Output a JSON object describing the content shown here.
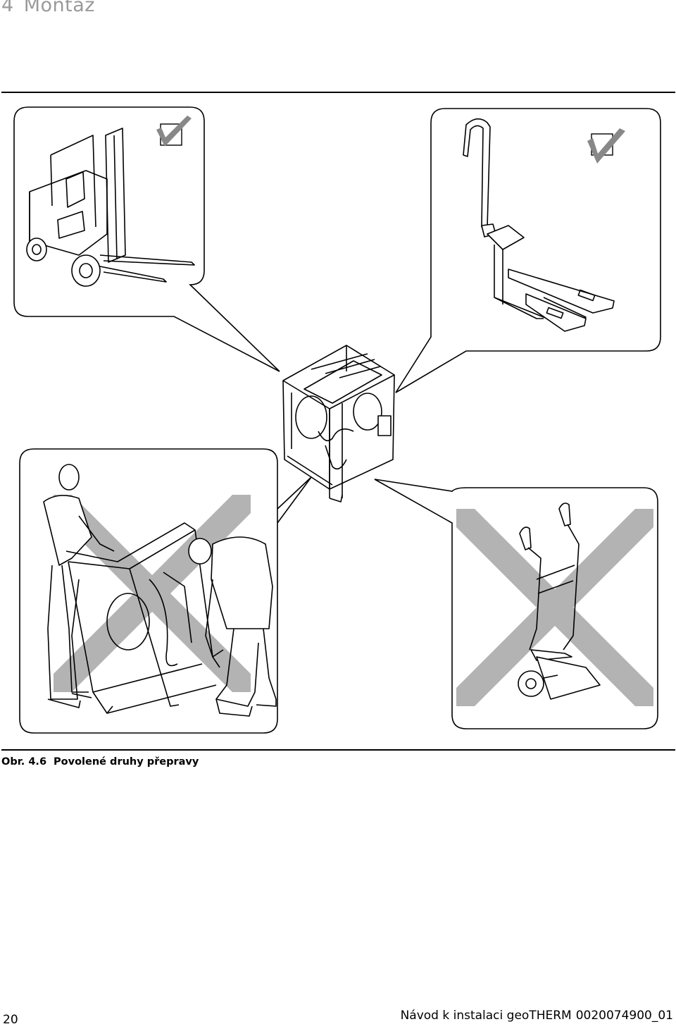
{
  "header": {
    "section_number": "4",
    "section_title": "Montáž"
  },
  "figure": {
    "caption_label": "Obr. 4.6",
    "caption_text": "Povolené druhy přepravy",
    "panels": [
      {
        "id": "forklift",
        "status": "allowed",
        "icon": "check-icon"
      },
      {
        "id": "pallet-jack",
        "status": "allowed",
        "icon": "check-icon"
      },
      {
        "id": "carry-by-two-people",
        "status": "not-allowed",
        "icon": "cross-icon"
      },
      {
        "id": "hand-truck",
        "status": "not-allowed",
        "icon": "cross-icon"
      }
    ]
  },
  "footer": {
    "page_number": "20",
    "doc_title": "Návod k instalaci geoTHERM",
    "doc_number": "0020074900_01"
  },
  "colors": {
    "check_mark": "#888888",
    "cross_mark": "#b3b3b3",
    "header_text": "#9a9a9a"
  }
}
